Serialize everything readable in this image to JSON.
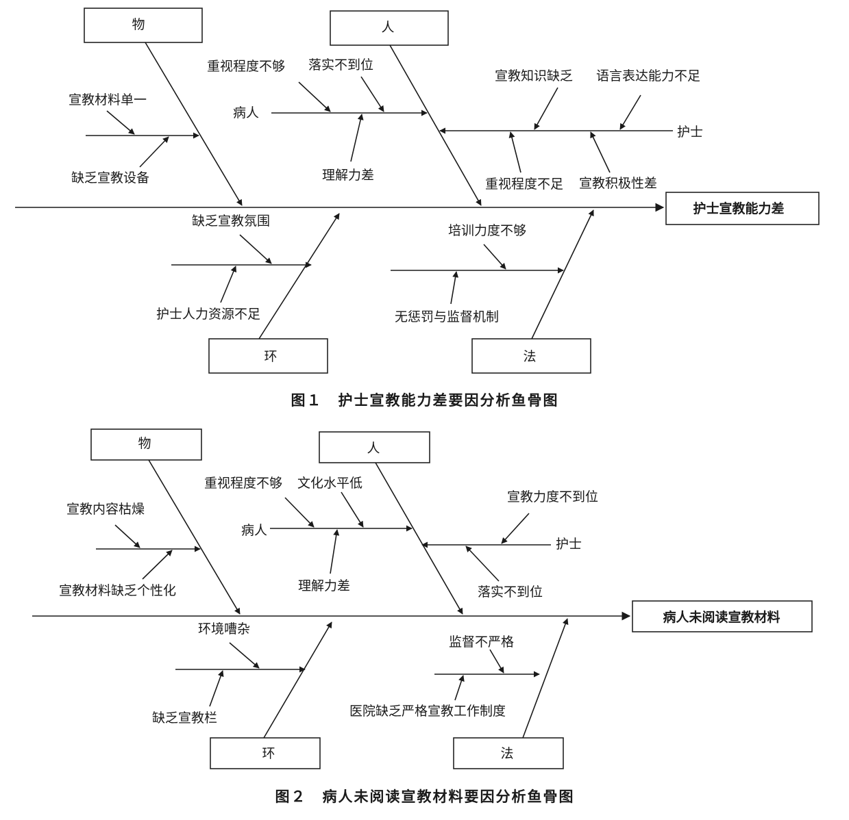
{
  "figures": [
    {
      "effect": "护士宣教能力差",
      "caption": "图１　护士宣教能力差要因分析鱼骨图",
      "categories": {
        "wu": "物",
        "ren": "人",
        "huan": "环",
        "fa": "法"
      },
      "sub_labels": {
        "patient": "病人",
        "nurse": "护士"
      },
      "causes": {
        "wu_a": "宣教材料单一",
        "wu_b": "缺乏宣教设备",
        "patient_a": "重视程度不够",
        "patient_b": "落实不到位",
        "patient_c": "理解力差",
        "nurse_a": "宣教知识缺乏",
        "nurse_b": "语言表达能力不足",
        "nurse_c": "重视程度不足",
        "nurse_d": "宣教积极性差",
        "huan_a": "缺乏宣教氛围",
        "huan_b": "护士人力资源不足",
        "fa_a": "培训力度不够",
        "fa_b": "无惩罚与监督机制"
      }
    },
    {
      "effect": "病人未阅读宣教材料",
      "caption": "图２　病人未阅读宣教材料要因分析鱼骨图",
      "categories": {
        "wu": "物",
        "ren": "人",
        "huan": "环",
        "fa": "法"
      },
      "sub_labels": {
        "patient": "病人",
        "nurse": "护士"
      },
      "causes": {
        "wu_a": "宣教内容枯燥",
        "wu_b": "宣教材料缺乏个性化",
        "patient_a": "重视程度不够",
        "patient_b": "文化水平低",
        "patient_c": "理解力差",
        "nurse_a": "宣教力度不到位",
        "nurse_b": "落实不到位",
        "huan_a": "环境嘈杂",
        "huan_b": "缺乏宣教栏",
        "fa_a": "监督不严格",
        "fa_b": "医院缺乏严格宣教工作制度"
      }
    }
  ]
}
